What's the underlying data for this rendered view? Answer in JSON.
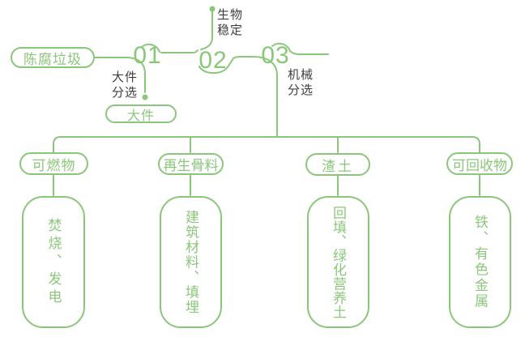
{
  "colors": {
    "green": "#8bc77a",
    "dark_text": "#3e3e3e",
    "background": "#ffffff"
  },
  "flow": {
    "source_label": "陈腐垃圾",
    "steps": [
      {
        "number": "01",
        "process": "大件\n分选",
        "output": "大件"
      },
      {
        "number": "02",
        "process": "生物\n稳定"
      },
      {
        "number": "03",
        "process": "机械\n分选"
      }
    ]
  },
  "branches": [
    {
      "category": "可燃物",
      "result": "焚烧、发电"
    },
    {
      "category": "再生骨料",
      "result": "建筑材料、填埋"
    },
    {
      "category": "渣土",
      "result": "回填、绿化营养土"
    },
    {
      "category": "可回收物",
      "result": "铁、有色金属"
    }
  ]
}
